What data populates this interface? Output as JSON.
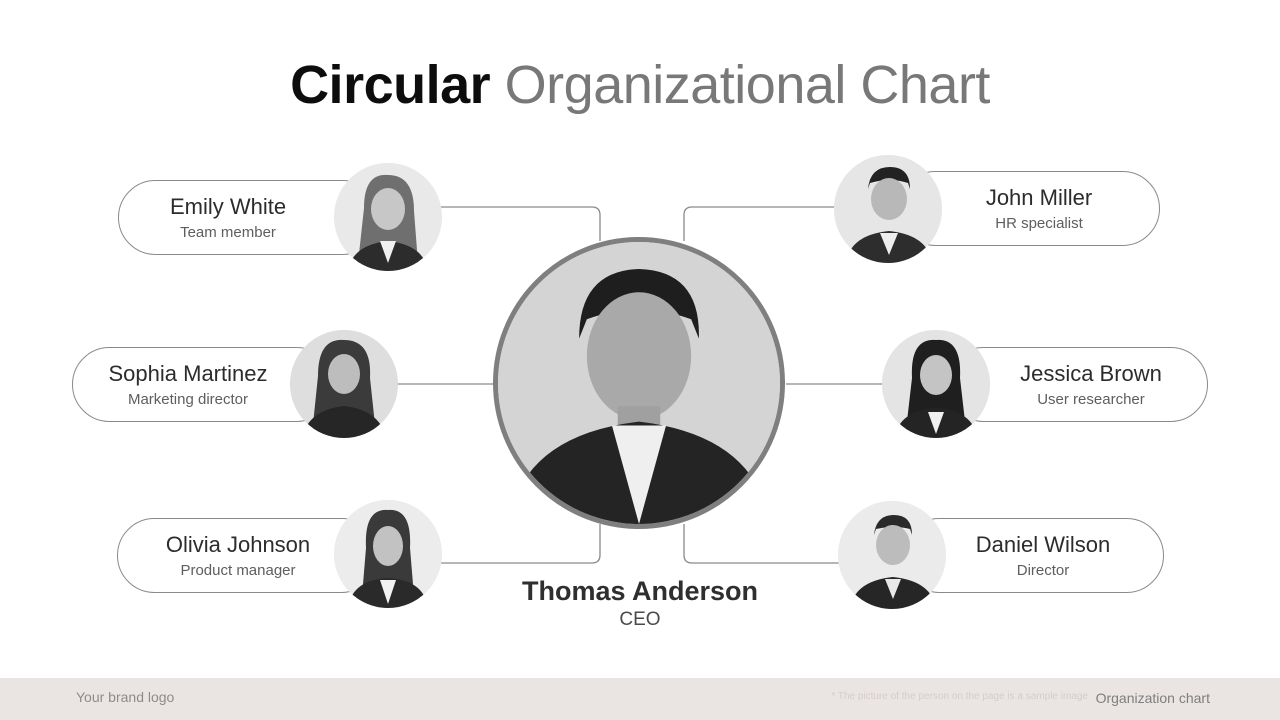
{
  "title": {
    "part1": "Circular",
    "part2": "Organizational Chart"
  },
  "ceo": {
    "name": "Thomas Anderson",
    "role": "CEO"
  },
  "members": [
    {
      "name": "Emily White",
      "role": "Team member"
    },
    {
      "name": "Sophia Martinez",
      "role": "Marketing director"
    },
    {
      "name": "Olivia Johnson",
      "role": "Product manager"
    },
    {
      "name": "John Miller",
      "role": "HR specialist"
    },
    {
      "name": "Jessica Brown",
      "role": "User researcher"
    },
    {
      "name": "Daniel Wilson",
      "role": "Director"
    }
  ],
  "footer": {
    "brand": "Your brand logo",
    "note": "* The picture of the person on the page is a sample image",
    "label": "Organization chart"
  },
  "colors": {
    "line": "#8a8a8a",
    "ceo_ring": "#7f7f7f",
    "footer_bg": "#eae5e3"
  }
}
